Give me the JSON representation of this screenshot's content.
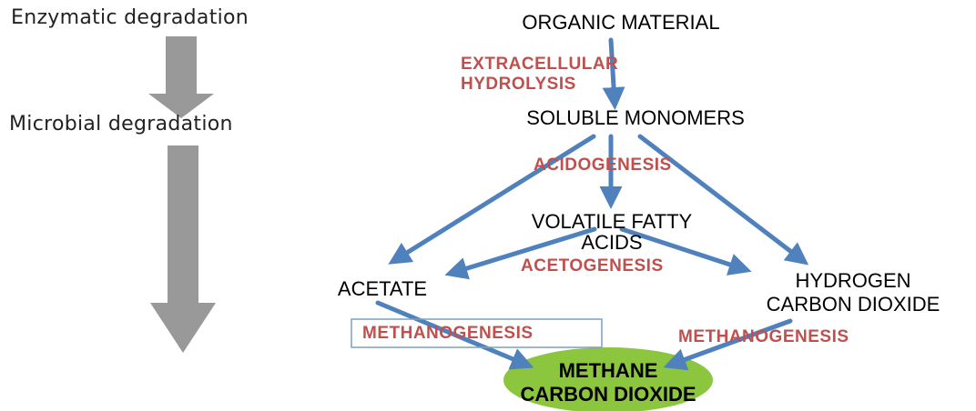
{
  "left_panel": {
    "stage1": "Enzymatic degradation",
    "stage2": "Microbial degradation"
  },
  "nodes": {
    "organic_material": "ORGANIC MATERIAL",
    "soluble_monomers": "SOLUBLE MONOMERS",
    "vfa_line1": "VOLATILE FATTY",
    "vfa_line2": "ACIDS",
    "acetate": "ACETATE",
    "hydrogen": "HYDROGEN",
    "carbon_dioxide": "CARBON DIOXIDE",
    "final_line1": "METHANE",
    "final_line2": "CARBON DIOXIDE"
  },
  "processes": {
    "extracellular_line1": "EXTRACELLULAR",
    "extracellular_line2": "HYDROLYSIS",
    "acidogenesis": "ACIDOGENESIS",
    "acetogenesis": "ACETOGENESIS",
    "methanogenesis_left": "METHANOGENESIS",
    "methanogenesis_right": "METHANOGENESIS"
  },
  "colors": {
    "arrow": "#4f81bd",
    "process_text": "#c0504d",
    "gray_arrow": "#999999",
    "final_ellipse": "#8cc63f"
  }
}
